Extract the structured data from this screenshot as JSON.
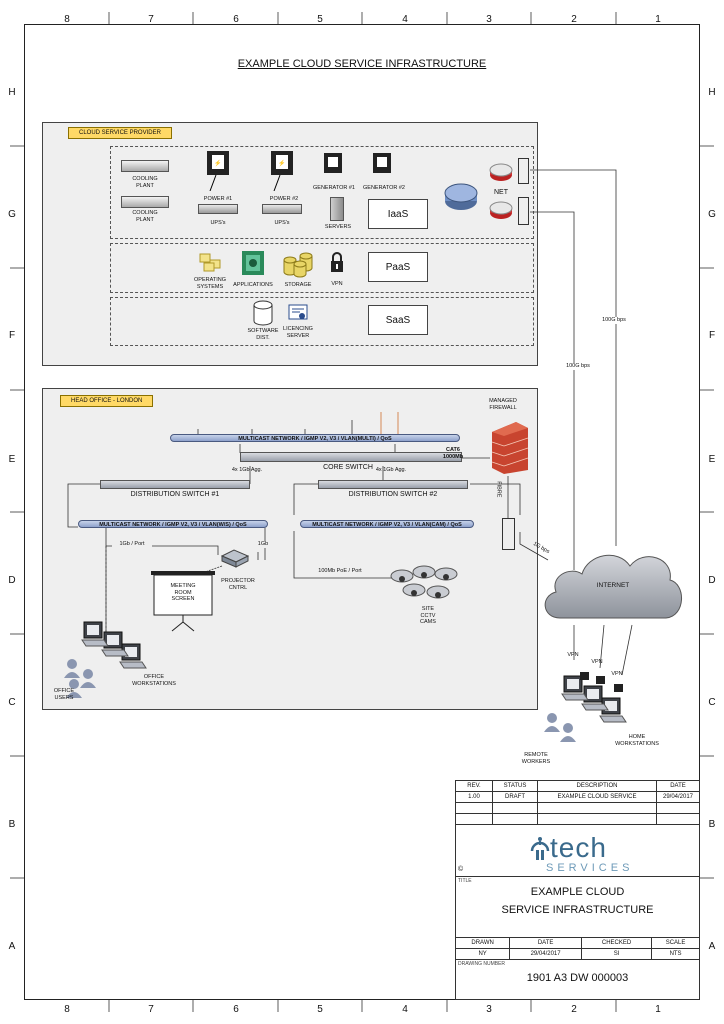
{
  "grid": {
    "columns": [
      "8",
      "7",
      "6",
      "5",
      "4",
      "3",
      "2",
      "1"
    ],
    "rows": [
      "H",
      "G",
      "F",
      "E",
      "D",
      "C",
      "B",
      "A"
    ]
  },
  "title": "EXAMPLE CLOUD SERVICE INFRASTRUCTURE",
  "provider": {
    "label": "CLOUD SERVICE PROVIDER",
    "cooling1": "COOLING\nPLANT",
    "cooling2": "COOLING\nPLANT",
    "power1": "POWER #1",
    "power2": "POWER #2",
    "ups1": "UPS's",
    "ups2": "UPS's",
    "gen1": "GENERATOR #1",
    "gen2": "GENERATOR #2",
    "servers": "SERVERS",
    "net": "NET",
    "iaas": "IaaS",
    "os": "OPERATING\nSYSTEMS",
    "apps": "APPLICATIONS",
    "storage": "STORAGE",
    "vpn": "VPN",
    "paas": "PaaS",
    "software": "SOFTWARE\nDIST.",
    "licencing": "LICENCING\nSERVER",
    "saas": "SaaS"
  },
  "links": {
    "bw1": "100G bps",
    "bw2": "100G bps",
    "fibre": "FIBRE",
    "bw3": "1G bps"
  },
  "office": {
    "label": "HEAD OFFICE - LONDON",
    "firewall": "MANAGED\nFIREWALL",
    "bus_top": "MULTICAST NETWORK / IGMP V2, V3 / VLAN(MULTI) / QoS",
    "core": "CORE SWITCH",
    "agg1": "4x 1Gb Agg.",
    "agg2": "4x 1Gb Agg.",
    "cat6": "CAT6\n1000Mb",
    "dist1": "DISTRIBUTION SWITCH #1",
    "dist2": "DISTRIBUTION SWITCH #2",
    "bus_left": "MULTICAST NETWORK / IGMP V2, V3 / VLAN(W/S) / QoS",
    "bus_right": "MULTICAST NETWORK / IGMP V2, V3 / VLAN(CAM) / QoS",
    "port1": "1Gb / Port",
    "port1b": "1Gb",
    "port2": "100Mb PoE / Port",
    "screen": "MEETING\nROOM\nSCREEN",
    "projector": "PROJECTOR\nCNTRL",
    "cctv": "SITE\nCCTV\nCAMS",
    "users": "OFFICE\nUSERS",
    "workstations": "OFFICE\nWORKSTATIONS"
  },
  "internet": {
    "label": "INTERNET",
    "vpn1": "VPN",
    "vpn2": "VPN",
    "vpn3": "VPN",
    "home": "HOME\nWORKSTATIONS",
    "remote": "REMOTE\nWORKERS"
  },
  "title_block": {
    "headers": [
      "REV.",
      "STATUS",
      "DESCRIPTION",
      "DATE"
    ],
    "row": [
      "1.00",
      "DRAFT",
      "EXAMPLE CLOUD SERVICE",
      "29/04/2017"
    ],
    "logo_main": "tech",
    "logo_sub": "SERVICES",
    "copyright": "©",
    "title_label": "TITLE",
    "title1": "EXAMPLE CLOUD",
    "title2": "SERVICE INFRASTRUCTURE",
    "meta_headers": [
      "DRAWN",
      "DATE",
      "CHECKED",
      "SCALE"
    ],
    "meta_values": [
      "NY",
      "29/04/2017",
      "SI",
      "NTS"
    ],
    "dwg_label": "DRAWING NUMBER",
    "dwg_number": "1901 A3 DW 000003"
  }
}
